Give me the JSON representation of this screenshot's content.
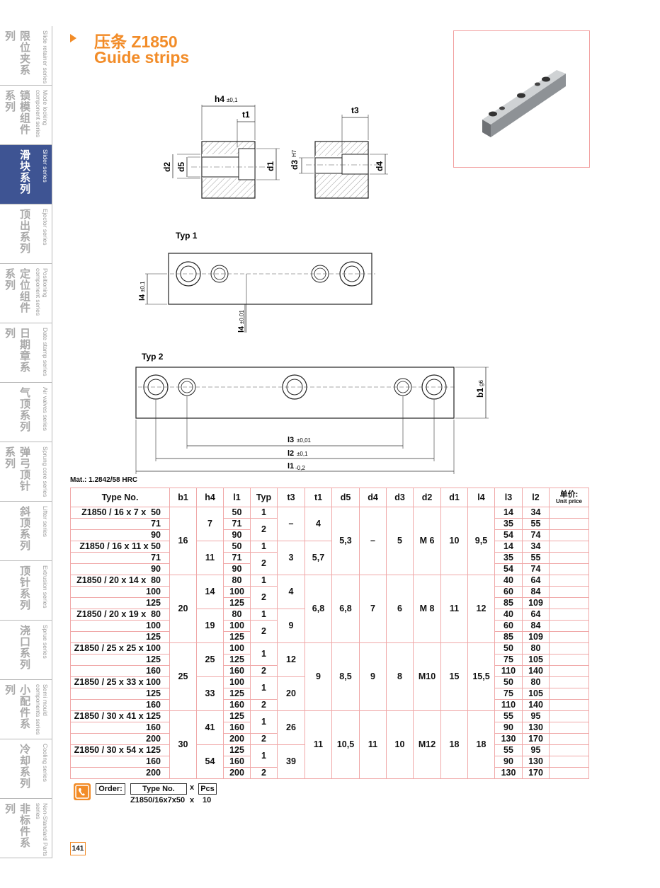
{
  "sidebar": {
    "items": [
      {
        "zh": "限位夹系列",
        "en": "Slide retainer series",
        "active": false
      },
      {
        "zh": "锁模组件系列",
        "en": "Mode locking component series",
        "active": false
      },
      {
        "zh": "滑块系列",
        "en": "Slider series",
        "active": true
      },
      {
        "zh": "顶出系列",
        "en": "Ejector series",
        "active": false
      },
      {
        "zh": "定位组件系列",
        "en": "Positioning component series",
        "active": false
      },
      {
        "zh": "日期章系列",
        "en": "Date stamp series",
        "active": false
      },
      {
        "zh": "气顶系列",
        "en": "Air valves series",
        "active": false
      },
      {
        "zh": "弹弓顶针系列",
        "en": "Sprung core series",
        "active": false
      },
      {
        "zh": "斜顶系列",
        "en": "Lifter series",
        "active": false
      },
      {
        "zh": "顶针系列",
        "en": "Extrusion series",
        "active": false
      },
      {
        "zh": "浇口系列",
        "en": "Sprue series",
        "active": false
      },
      {
        "zh": "小配件系列",
        "en": "Semi mould components series",
        "active": false
      },
      {
        "zh": "冷却系列",
        "en": "Cooling series",
        "active": false
      },
      {
        "zh": "非标件系列",
        "en": "Non-Standard Parts series",
        "active": false
      }
    ]
  },
  "title": {
    "zh": "压条 Z1850",
    "en": "Guide strips"
  },
  "drawing": {
    "sec1": {
      "h4": "h4",
      "h4_tol": "±0,1",
      "t1": "t1",
      "d2": "d2",
      "d5": "d5",
      "d1": "d1"
    },
    "sec2": {
      "t3": "t3",
      "d3": "d3",
      "d3_tol": "H7",
      "d4": "d4"
    },
    "typ1": {
      "label": "Typ 1",
      "l4a": "l4",
      "l4a_tol": "±0,1",
      "l4b": "l4",
      "l4b_tol": "±0,01"
    },
    "typ2": {
      "label": "Typ 2",
      "b1": "b1",
      "b1_tol": "g6",
      "l3": "l3",
      "l3_tol": "±0,01",
      "l2": "l2",
      "l2_tol": "±0,1",
      "l1": "l1",
      "l1_tol": "-0,2"
    }
  },
  "material": "Mat.: 1.2842/58 HRC",
  "table": {
    "headers": [
      "Type No.",
      "b1",
      "h4",
      "l1",
      "Typ",
      "t3",
      "t1",
      "d5",
      "d4",
      "d3",
      "d2",
      "d1",
      "l4",
      "l3",
      "l2"
    ],
    "unit_price_zh": "单价:",
    "unit_price_en": "Unit price",
    "type_no": [
      "Z1850 / 16 x 7 x  50",
      "71",
      "90",
      "Z1850 / 16 x 11 x 50",
      "71",
      "90",
      "Z1850 / 20 x 14 x  80",
      "100",
      "125",
      "Z1850 / 20 x 19 x  80",
      "100",
      "125",
      "Z1850 / 25 x 25 x 100",
      "125",
      "160",
      "Z1850 / 25 x 33 x 100",
      "125",
      "160",
      "Z1850 / 30 x 41 x 125",
      "160",
      "200",
      "Z1850 / 30 x 54 x 125",
      "160",
      "200"
    ],
    "l1": [
      "50",
      "71",
      "90",
      "50",
      "71",
      "90",
      "80",
      "100",
      "125",
      "80",
      "100",
      "125",
      "100",
      "125",
      "160",
      "100",
      "125",
      "160",
      "125",
      "160",
      "200",
      "125",
      "160",
      "200"
    ],
    "typ": [
      "1",
      "2",
      "1",
      "2",
      "1",
      "2",
      "1",
      "2",
      "1",
      "2",
      "1",
      "2",
      "1",
      "2",
      "1",
      "2"
    ],
    "b1": [
      "16",
      "20",
      "25",
      "30"
    ],
    "h4": [
      "7",
      "11",
      "14",
      "19",
      "25",
      "33",
      "41",
      "54"
    ],
    "t3": [
      "–",
      "3",
      "4",
      "9",
      "12",
      "20",
      "26",
      "39"
    ],
    "t1": [
      "4",
      "5,7",
      "6,8",
      "9",
      "11"
    ],
    "d5": [
      "5,3",
      "6,8",
      "8,5",
      "10,5"
    ],
    "d4": [
      "–",
      "7",
      "9",
      "11"
    ],
    "d3": [
      "5",
      "6",
      "8",
      "10"
    ],
    "d2": [
      "M 6",
      "M 8",
      "M10",
      "M12"
    ],
    "d1": [
      "10",
      "11",
      "15",
      "18"
    ],
    "l4": [
      "9,5",
      "12",
      "15,5",
      "18"
    ],
    "l3": [
      "14",
      "35",
      "54",
      "14",
      "35",
      "54",
      "40",
      "60",
      "85",
      "40",
      "60",
      "85",
      "50",
      "75",
      "110",
      "50",
      "75",
      "110",
      "55",
      "90",
      "130",
      "55",
      "90",
      "130"
    ],
    "l2": [
      "34",
      "55",
      "74",
      "34",
      "55",
      "74",
      "64",
      "84",
      "109",
      "64",
      "84",
      "109",
      "80",
      "105",
      "140",
      "80",
      "105",
      "140",
      "95",
      "130",
      "170",
      "95",
      "130",
      "170"
    ]
  },
  "order": {
    "label": "Order:",
    "type_no": "Type No.",
    "x": "x",
    "pcs": "Pcs",
    "example": "Z1850/16x7x50",
    "qty": "10"
  },
  "page_number": "141",
  "colors": {
    "accent": "#f28c28",
    "sidebar_active": "#3e5493",
    "grid": "#f0a8a8"
  }
}
